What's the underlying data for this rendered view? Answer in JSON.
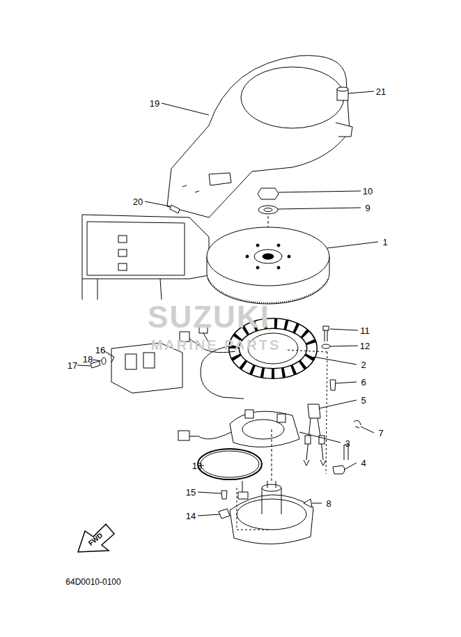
{
  "diagram": {
    "labels": [
      "19",
      "21",
      "20",
      "10",
      "9",
      "1",
      "11",
      "12",
      "16",
      "18",
      "17",
      "2",
      "6",
      "5",
      "7",
      "3",
      "4",
      "13",
      "8",
      "15",
      "14",
      "FWD",
      "64D0010-0100",
      "SUZUKI",
      "MARINE PARTS"
    ]
  }
}
